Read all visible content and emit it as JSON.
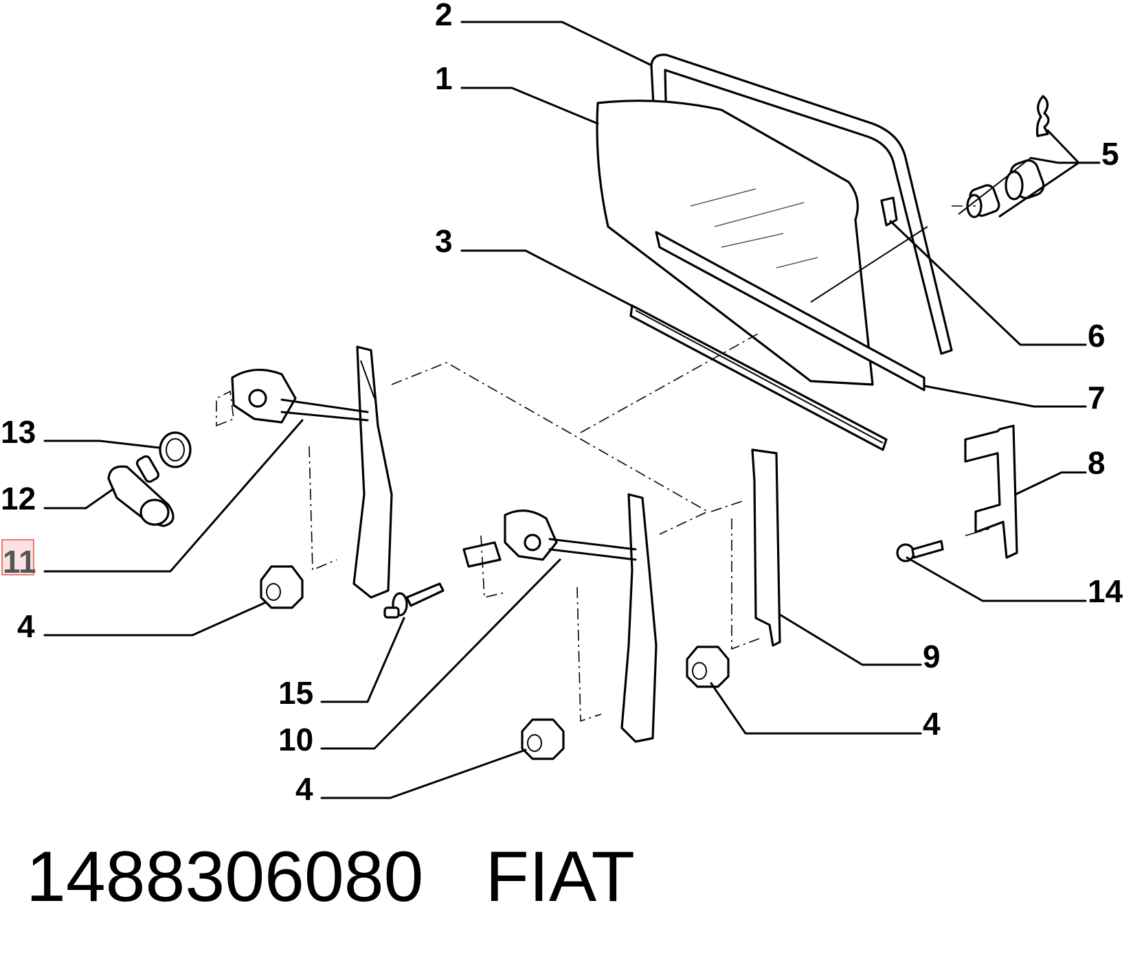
{
  "callouts": {
    "c1": "1",
    "c2": "2",
    "c3": "3",
    "c4a": "4",
    "c4b": "4",
    "c4c": "4",
    "c5": "5",
    "c6": "6",
    "c7": "7",
    "c8": "8",
    "c9": "9",
    "c10": "10",
    "c11": "11",
    "c12": "12",
    "c13": "13",
    "c14": "14",
    "c15": "15"
  },
  "highlighted_callout": "11",
  "highlight_color": "#d9534f",
  "footer": {
    "part_number": "1488306080",
    "brand": "FIAT"
  }
}
